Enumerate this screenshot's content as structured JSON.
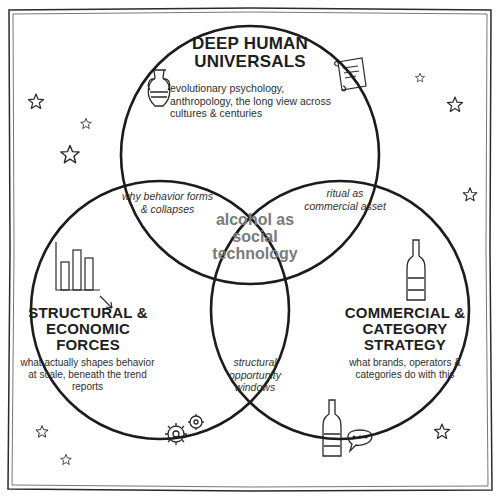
{
  "diagram": {
    "nodes": [
      {
        "text": [
          "DEEP HUMAN UNIVERSALS",
          "evolutionary psychology, anthropology, the long view across cultures & centuries"
        ]
      },
      {
        "text": [
          "STRUCTURAL & ECONOMIC FORCES",
          "what actually shapes behavior at scale, beneath the trend reports"
        ]
      },
      {
        "text": [
          "COMMERCIAL & CATEGORY STRATEGY",
          "what brands, operators & categories do with this"
        ]
      }
    ],
    "labels": [
      "why behavior forms & collapses",
      "ritual as commercial asset",
      "alcohol as social technology",
      "structural opportunity windows"
    ]
  }
}
